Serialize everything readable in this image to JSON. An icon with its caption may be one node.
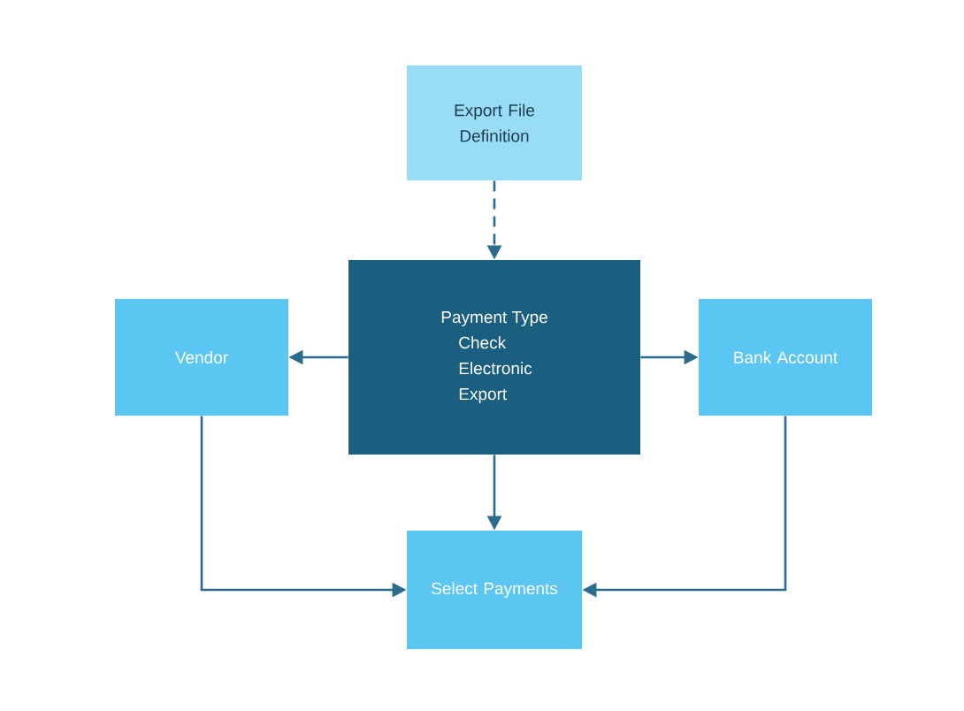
{
  "diagram": {
    "nodes": [
      {
        "text": [
          "Export File Definition"
        ]
      },
      {
        "text": [
          "Payment Type",
          "Check",
          "Electronic",
          "Export"
        ]
      },
      {
        "text": [
          "Vendor"
        ]
      },
      {
        "text": [
          "Bank Account"
        ]
      },
      {
        "text": [
          "Select Payments"
        ]
      }
    ],
    "edges": [
      {
        "from": 0,
        "to": 1,
        "arrow": "to",
        "style": "dashed"
      },
      {
        "from": 1,
        "to": 2,
        "arrow": "to"
      },
      {
        "from": 1,
        "to": 3,
        "arrow": "to"
      },
      {
        "from": 1,
        "to": 4,
        "arrow": "to"
      },
      {
        "from": 2,
        "to": 4,
        "arrow": "to"
      },
      {
        "from": 3,
        "to": 4,
        "arrow": "to"
      }
    ]
  }
}
